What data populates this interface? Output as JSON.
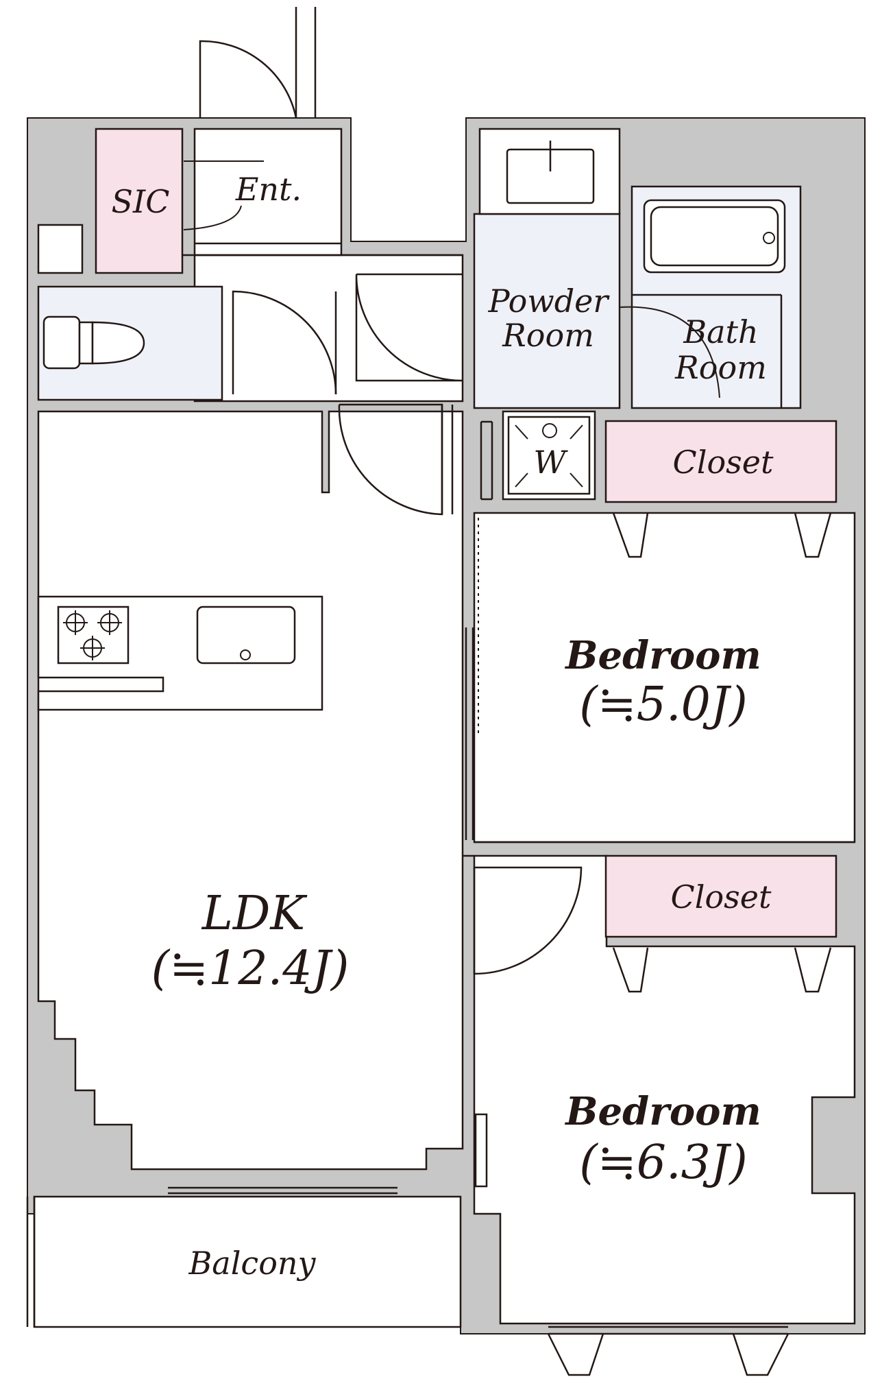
{
  "rooms": {
    "sic": "SIC",
    "entrance": "Ent.",
    "powder_room_line1": "Powder",
    "powder_room_line2": "Room",
    "bath_room_line1": "Bath",
    "bath_room_line2": "Room",
    "washer": "W",
    "closet_upper": "Closet",
    "closet_lower": "Closet",
    "bedroom_upper_name": "Bedroom",
    "bedroom_upper_size": "(≒5.0J)",
    "bedroom_lower_name": "Bedroom",
    "bedroom_lower_size": "(≒6.3J)",
    "ldk_name": "LDK",
    "ldk_size": "(≒12.4J)",
    "balcony": "Balcony"
  },
  "colors": {
    "wall": "#c7c7c7",
    "wet_area": "#eff1f9",
    "storage": "#f9e1ea",
    "line": "#231815"
  }
}
